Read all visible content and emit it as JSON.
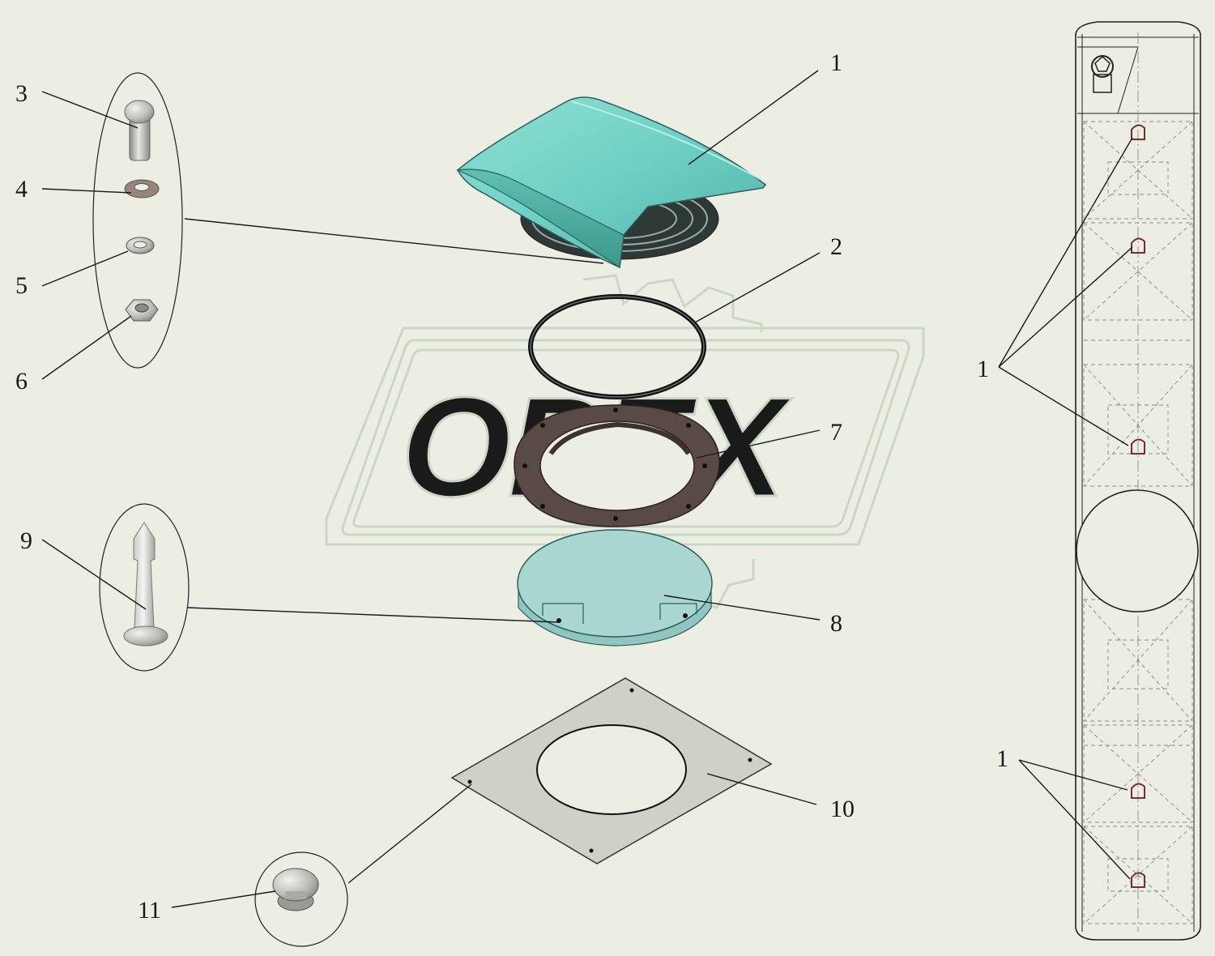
{
  "diagram": {
    "watermark": "OPEX",
    "callouts": {
      "c1_cap": "1",
      "c2_ring": "2",
      "c3_bolt": "3",
      "c4_washer": "4",
      "c5_spring_washer": "5",
      "c6_nut": "6",
      "c7_frame": "7",
      "c8_base": "8",
      "c9_pin": "9",
      "c10_plate": "10",
      "c11_rivet": "11",
      "c1_panel_upper": "1",
      "c1_panel_lower": "1"
    },
    "colors": {
      "background": "#eceee3",
      "cap": "#6ecfc4",
      "base": "#a9d6d0",
      "frame": "#5a4a45",
      "plate": "#cfd0c8",
      "watermark": "#c9d8c6"
    }
  }
}
